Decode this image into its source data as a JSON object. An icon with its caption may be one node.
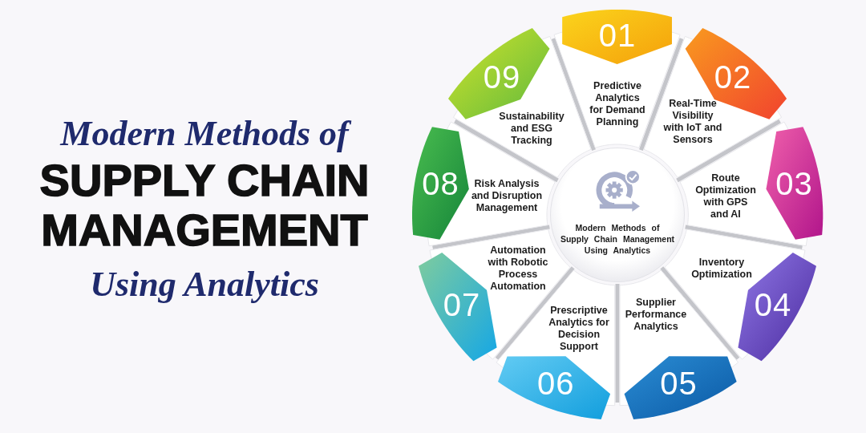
{
  "diagram": {
    "title": "Modern Methods of **SUPPLY CHAIN MANAGEMENT** Using Analytics",
    "nodes": [
      {
        "text": [
          "Modern Methods of Supply Chain Management Using Analytics"
        ]
      },
      {
        "text": [
          "01",
          "Predictive Analytics for Demand Planning"
        ]
      },
      {
        "text": [
          "02",
          "Real-Time Visibility with IoT and Sensors"
        ]
      },
      {
        "text": [
          "Route Optimization with GPS and AI",
          "03"
        ]
      },
      {
        "text": [
          "Inventory Optimization",
          "04"
        ]
      },
      {
        "text": [
          "Supplier Performance Analytics",
          "05"
        ]
      },
      {
        "text": [
          "Prescriptive Analytics for Decision Support",
          "06"
        ]
      },
      {
        "text": [
          "07",
          "Automation with Robotic Process Automation"
        ]
      },
      {
        "text": [
          "08",
          "Risk Analysis and Disruption Management"
        ]
      },
      {
        "text": [
          "09",
          "Sustainability and ESG Tracking"
        ]
      }
    ]
  }
}
